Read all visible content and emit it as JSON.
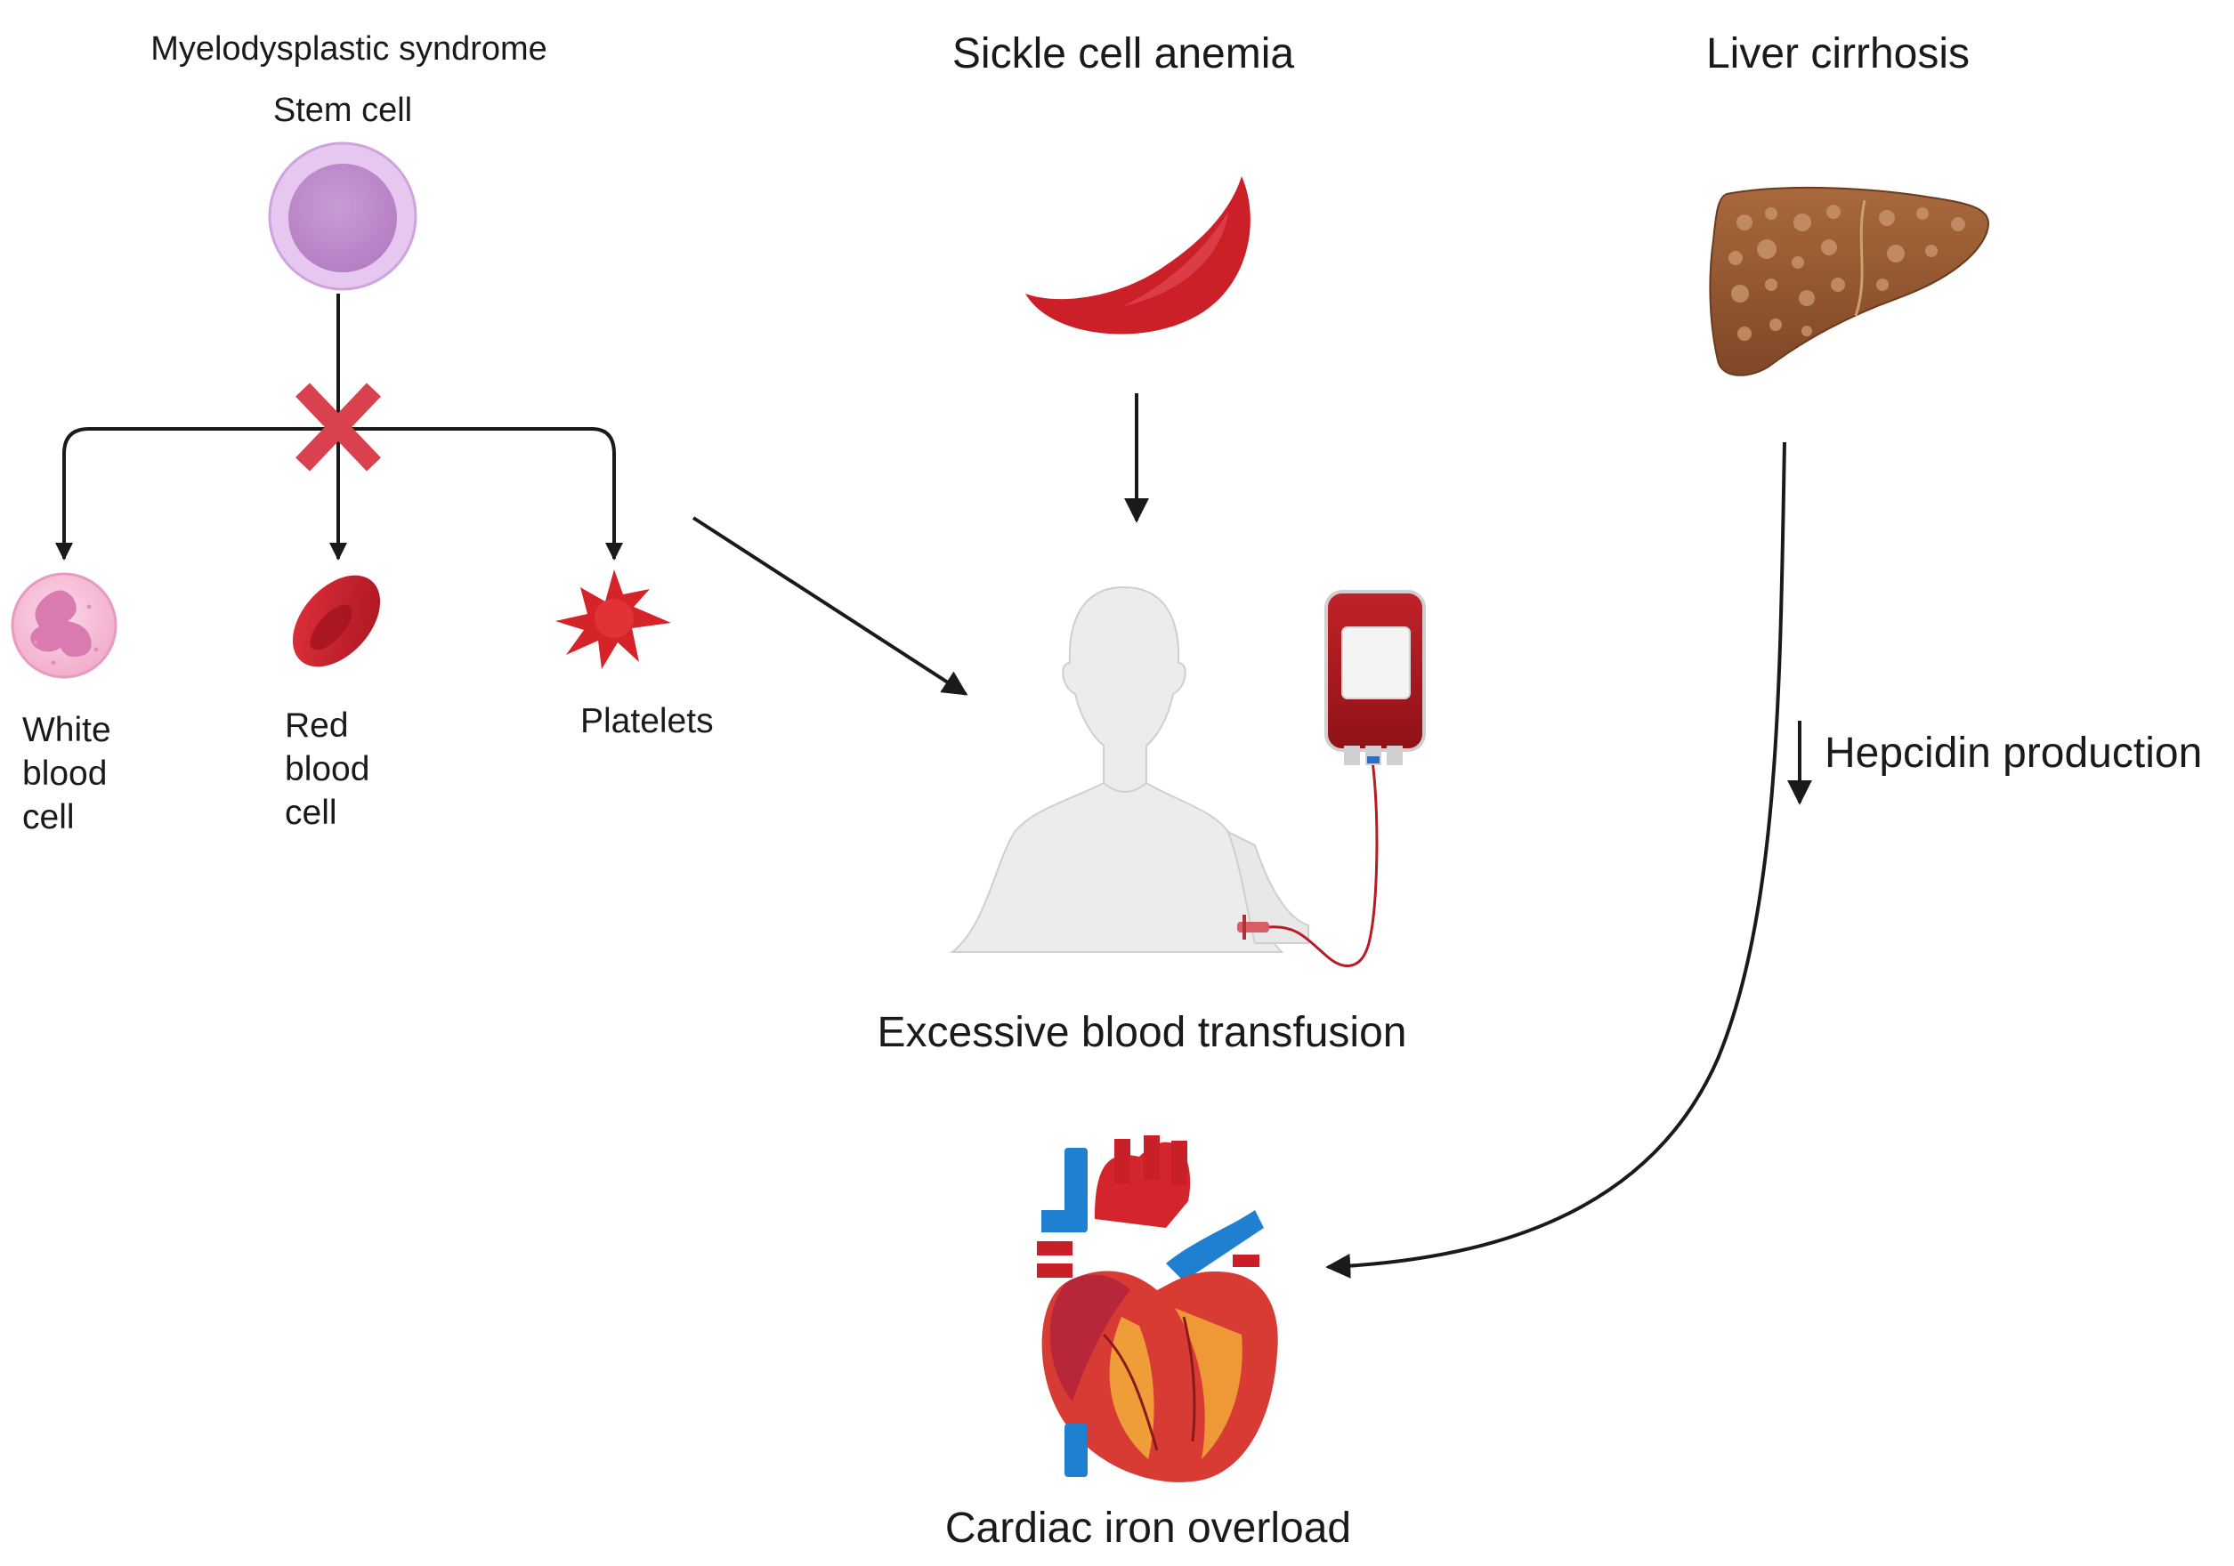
{
  "mds": {
    "title": "Myelodysplastic syndrome",
    "stem_cell_label": "Stem cell",
    "white_blood_cell": [
      "White",
      "blood",
      "cell"
    ],
    "red_blood_cell": [
      "Red",
      "blood",
      "cell"
    ],
    "platelets": "Platelets"
  },
  "sickle": {
    "title": "Sickle cell anemia"
  },
  "liver": {
    "title": "Liver cirrhosis",
    "hepcidin_label": "Hepcidin production"
  },
  "transfusion": {
    "label": "Excessive blood transfusion"
  },
  "heart": {
    "label": "Cardiac iron overload"
  },
  "colors": {
    "arrow": "#1a1a1a",
    "block_x": "#d9414e",
    "stem_outer": "#e4c4ef",
    "stem_inner": "#c795d2",
    "rbc": "#c8202b",
    "sickle": "#c9202a",
    "liver": "#9c5d34",
    "blood_bag": "#a8161c",
    "aorta_blue": "#1f7fd0",
    "heart_red": "#d83a34",
    "body_gray": "#ededed"
  }
}
